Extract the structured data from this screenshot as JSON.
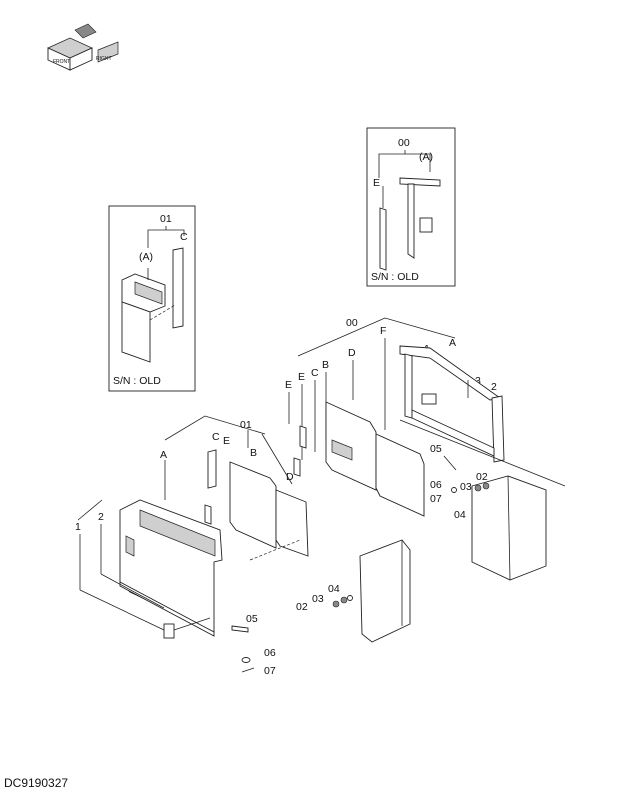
{
  "drawing_code": "DC9190327",
  "inset_upper_right": {
    "label_sn": "S/N : OLD",
    "callouts": [
      "00",
      "(A)",
      "E"
    ]
  },
  "inset_left": {
    "label_sn": "S/N : OLD",
    "callouts": [
      "01",
      "(A)",
      "C"
    ]
  },
  "main_callouts": {
    "c00": "00",
    "c01": "01",
    "cA1": "A",
    "cA2": "A",
    "cB1": "B",
    "cB2": "B",
    "cC1": "C",
    "cC2": "C",
    "cD1": "D",
    "cD2": "D",
    "cE1": "E",
    "cE2": "E",
    "cE3": "E",
    "cF": "F",
    "c1a": "1",
    "c1b": "1",
    "c2a": "2",
    "c2b": "2",
    "c3": "3",
    "p02a": "02",
    "p03a": "03",
    "p04a": "04",
    "p05a": "05",
    "p06a": "06",
    "p07a": "07",
    "p02b": "02",
    "p03b": "03",
    "p04b": "04",
    "p05b": "05",
    "p06b": "06",
    "p07b": "07"
  },
  "orientation_icon": {
    "labels": [
      "FRONT",
      "RIGHT"
    ]
  }
}
